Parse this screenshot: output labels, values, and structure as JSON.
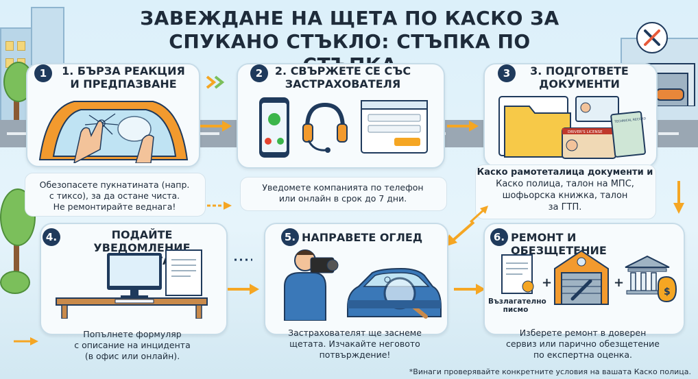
{
  "title_line1": "ЗАВЕЖДАНЕ НА ЩЕТА ПО КАСКО ЗА",
  "title_line2": "СПУКАНО СТЪКЛО: СТЪПКА ПО СТЪПКА",
  "steps": [
    {
      "number": "1",
      "title_line1": "1. БЪРЗА РЕАКЦИЯ",
      "title_line2": "И ПРЕДПАЗВАНЕ",
      "desc": [
        "Обезопасете пукнатината (напр.",
        "с тиксо), за да остане чиста.",
        "Не ремонтирайте веднага!"
      ]
    },
    {
      "number": "2",
      "title_line1": "2. СВЪРЖЕТЕ СЕ СЪС",
      "title_line2": "ЗАСТРАХОВАТЕЛЯ",
      "desc": [
        "Уведомете компанията по телефон",
        "или онлайн в срок до 7 дни."
      ]
    },
    {
      "number": "3",
      "title_line1": "3. ПОДГОТВЕТЕ",
      "title_line2": "ДОКУМЕНТИ",
      "desc": [
        "Каско рамотеталица документи и",
        "Каско полица, талон на МПС,",
        "шофьорска книжка, талон",
        "за ГТП."
      ],
      "license_label": "DRIVER'S LICENSE",
      "tech_label": "TECHNICAL RECORD"
    },
    {
      "number": "4.",
      "title_line1": "ПОДАЙТЕ УВЕДОМЛЕНИЕ",
      "title_line2": "ЗА ЩЕТА",
      "desc": [
        "Попълнете формуляр",
        "с описание на инцидента",
        "(в офис или онлайн)."
      ]
    },
    {
      "number": "5.",
      "title_line1": "НАПРАВЕТЕ ОГЛЕД",
      "desc": [
        "Застрахователят ще заснеме",
        "щетата. Изчакайте неговото",
        "потвърждение!"
      ]
    },
    {
      "number": "6.",
      "title_line1": "РЕМОНТ И ОБЕЗЩЕТЕНИЕ",
      "desc": [
        "Изберете ремонт в доверен",
        "сервиз или парично обезщетение",
        "по експертна оценка."
      ],
      "letter_label_1": "Възлагателно",
      "letter_label_2": "писмо"
    }
  ],
  "footnote": "*Винаги проверявайте конкретните условия на вашата Каско полица.",
  "colors": {
    "accent_dark": "#1f3a5c",
    "arrow_orange": "#f5a623",
    "car_orange": "#f29a2e",
    "car_blue": "#3a78b8",
    "folder_yellow": "#f7c948"
  }
}
